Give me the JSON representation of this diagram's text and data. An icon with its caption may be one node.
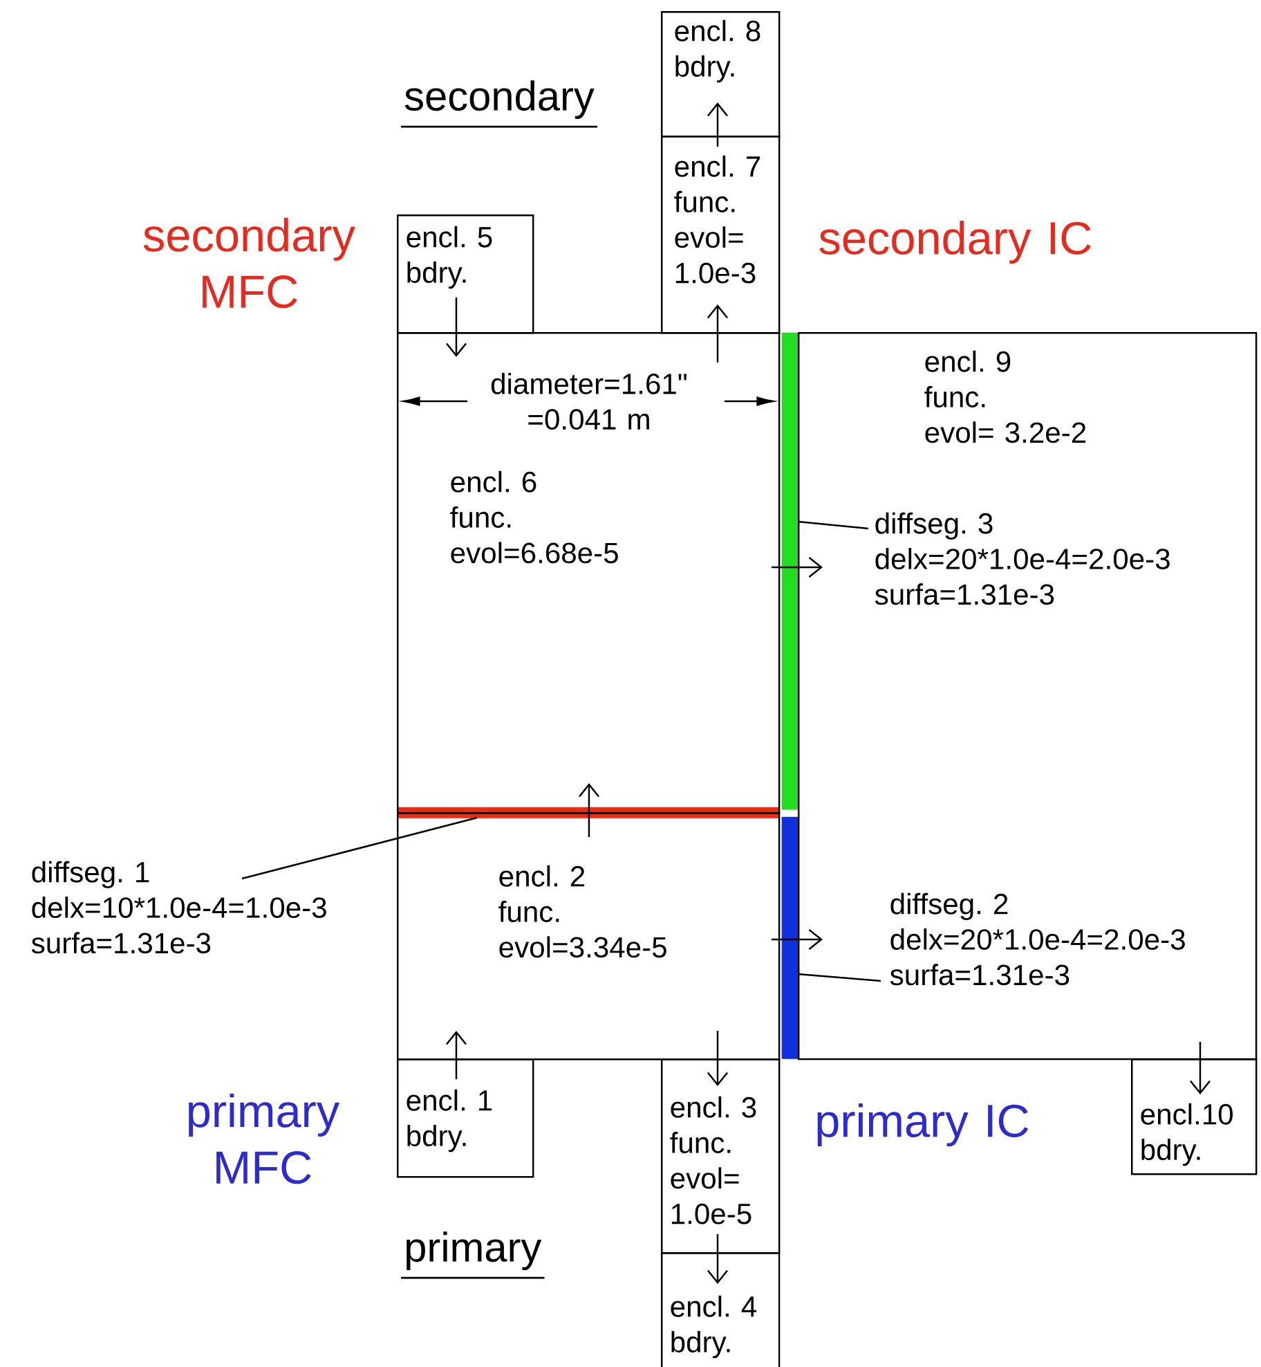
{
  "diagram": {
    "nodes": [
      {
        "text": [
          "encl. 8 bdry."
        ]
      },
      {
        "text": [
          "encl. 5 bdry."
        ]
      },
      {
        "text": [
          "encl. 7 func. evol= 1.0e-3"
        ]
      },
      {
        "text": [
          "encl. 6 func. evol=6.68e-5"
        ]
      },
      {
        "text": [
          "encl. 9 func. evol= 3.2e-2"
        ]
      },
      {
        "text": [],
        "shape": "bar"
      },
      {
        "text": [
          "diffseg. 3 delx=20*1.0e-4=2.0e-3 surfa=1.31e-3"
        ],
        "in": 4
      },
      {
        "text": [],
        "shape": "bar"
      },
      {
        "text": [
          "diffseg. 1 delx=10*1.0e-4=1.0e-3 surfa=1.31e-3"
        ]
      },
      {
        "text": [
          "encl. 2 func. evol=3.34e-5"
        ]
      },
      {
        "text": [],
        "shape": "bar"
      },
      {
        "text": [
          "diffseg. 2 delx=20*1.0e-4=2.0e-3 surfa=1.31e-3"
        ],
        "in": 4
      },
      {
        "text": [
          "encl. 1 bdry."
        ]
      },
      {
        "text": [
          "encl. 3 func. evol= 1.0e-5"
        ]
      },
      {
        "text": [
          "encl.10 bdry."
        ]
      },
      {
        "text": [
          "encl. 4 bdry."
        ]
      }
    ],
    "edges": [
      {
        "from": 1,
        "to": 3,
        "arrow": "to"
      },
      {
        "from": 3,
        "to": 2,
        "arrow": "to"
      },
      {
        "from": 2,
        "to": 0,
        "arrow": "to"
      },
      {
        "from": 9,
        "to": 3,
        "arrow": "to"
      },
      {
        "from": 12,
        "to": 9,
        "arrow": "to"
      },
      {
        "from": 9,
        "to": 13,
        "arrow": "to"
      },
      {
        "from": 13,
        "to": 15,
        "arrow": "to"
      },
      {
        "from": 3,
        "to": 4,
        "arrow": "to"
      },
      {
        "from": 9,
        "to": 4,
        "arrow": "to"
      },
      {
        "from": 4,
        "to": 14,
        "arrow": "to"
      },
      {
        "from": 6,
        "to": 5,
        "arrow": "none"
      },
      {
        "from": 8,
        "to": 7,
        "arrow": "none"
      },
      {
        "from": 11,
        "to": 10,
        "arrow": "none"
      }
    ],
    "labels": [
      "secondary",
      "secondary MFC",
      "secondary IC",
      "diameter=1.61\" =0.041 m",
      "primary MFC",
      "primary IC",
      "primary"
    ]
  }
}
